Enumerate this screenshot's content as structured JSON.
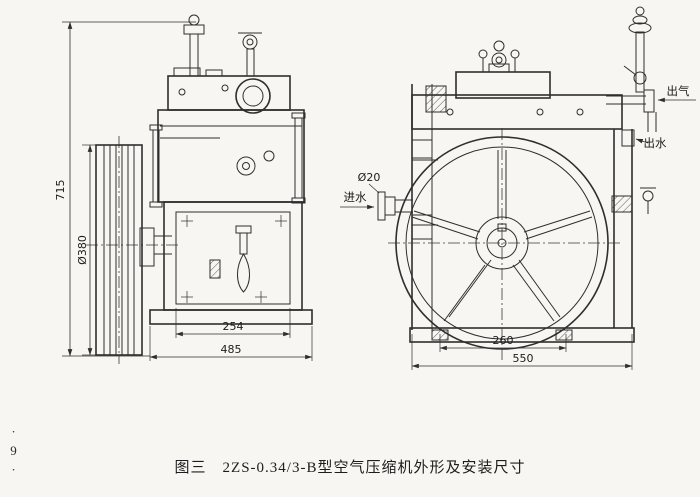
{
  "page": {
    "page_number": "·9·",
    "caption": "图三　2ZS-0.34/3-B型空气压缩机外形及安装尺寸",
    "line_color": "#2e2e2e",
    "paper_color": "#f7f6f2"
  },
  "side_view": {
    "dimensions": {
      "overall_height": "715",
      "pulley_diameter": "Ø380",
      "crankcase_width": "254",
      "overall_width": "485"
    }
  },
  "front_view": {
    "dimensions": {
      "foot_spacing": "260",
      "overall_width": "550",
      "inlet_pipe_diameter": "Ø20"
    },
    "labels": {
      "water_inlet": "进水",
      "water_outlet": "出水",
      "air_outlet": "出气"
    }
  }
}
